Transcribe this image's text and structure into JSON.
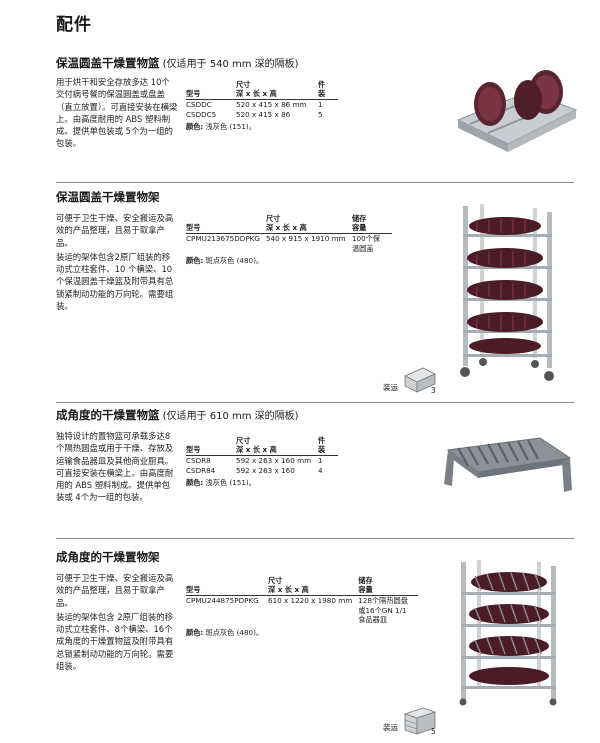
{
  "page_title": "配件",
  "sections": [
    {
      "title": "保温圆盖干燥置物篮",
      "note": " (仅适用于 540 mm 深的隔板)",
      "desc": [
        "用于烘干和安全存放多达 10个交付病号餐的保温圆盖或盘盖（直立放置）。可直接安装在横梁上。由高度耐用的 ABS 塑料制成。提供单包装或 5个为一组的包装。"
      ],
      "headers": [
        "型号",
        "尺寸\n深 x 长 x 高",
        "件装"
      ],
      "rows": [
        [
          "CSDDC",
          "520 x 415 x 86 mm",
          "1"
        ],
        [
          "CSDDC5",
          "520 x 415 x 86",
          "5"
        ]
      ],
      "color_label": "颜色:",
      "color_value": " 浅灰色 (151)。"
    },
    {
      "title": "保温圆盖干燥置物架",
      "desc": [
        "可便于卫生干燥、安全搬运及高效的产品整理，且易于取拿产品。",
        "装运的架体包含2原厂组装的移动式立柱套件、10 个横梁、10个保温圆盖干燥篮及附带具有总锁紧制动功能的万向轮。需要组装。"
      ],
      "headers": [
        "型号",
        "尺寸\n深 x 长 x 高",
        "储存\n容量"
      ],
      "rows": [
        [
          "CPMU213675DDPKG",
          "540 x 915 x 1910 mm",
          "100个保\n温圆盖"
        ]
      ],
      "color_label": "颜色:",
      "color_value": "  斑点灰色 (480)。",
      "ship_label": "装运",
      "ship_count": "3"
    },
    {
      "title": "成角度的干燥置物篮",
      "note": " (仅适用于 610 mm 深的隔板)",
      "desc": [
        "独特设计的置物篮可承载多达8个隔热圆盘或用于干燥、存放及运输食品器皿及其他商业厨具。可直接安装在横梁上。由高度耐用的 ABS 塑料制成。提供单包装或 4个为一组的包装。"
      ],
      "headers": [
        "型号",
        "尺寸\n深 x 长 x 高",
        "件装"
      ],
      "rows": [
        [
          "CSDR8",
          "592 x 263 x 160 mm",
          "1"
        ],
        [
          "CSDR84",
          "592 x 263 x 160",
          "4"
        ]
      ],
      "color_label": "颜色:",
      "color_value": " 浅灰色 (151)。"
    },
    {
      "title": "成角度的干燥置物架",
      "desc": [
        "可便于卫生干燥、安全搬运及高效的产品整理，且易于取拿产品。",
        "装运的架体包含 2原厂组装的移动式立柱套件、8个横梁、16个成角度的干燥置物篮及附带具有总锁紧制动功能的万向轮。需要组装。"
      ],
      "headers": [
        "型号",
        "尺寸\n深 x 长 x 高",
        "储存\n容量"
      ],
      "rows": [
        [
          "CPMU244875PDPKG",
          "610 x 1220 x 1980 mm",
          "128个隔热圆盘\n或16个GN 1/1\n食品器皿"
        ]
      ],
      "color_label": "颜色:",
      "color_value": " 斑点灰色 (480)。",
      "ship_label": "装运",
      "ship_count": "5"
    }
  ]
}
